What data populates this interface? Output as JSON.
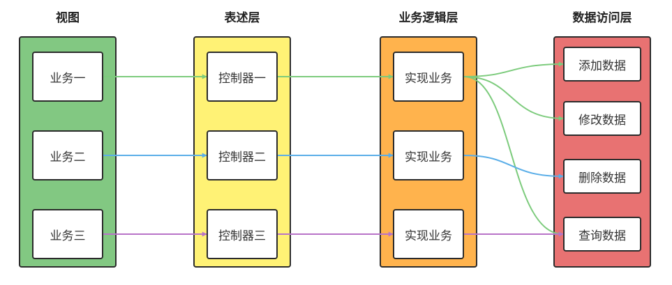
{
  "columns": [
    {
      "id": "view",
      "title": "视图",
      "color": "#82c882"
    },
    {
      "id": "presentation",
      "title": "表述层",
      "color": "#fff275"
    },
    {
      "id": "business",
      "title": "业务逻辑层",
      "color": "#ffb34d"
    },
    {
      "id": "data",
      "title": "数据访问层",
      "color": "#e87272"
    }
  ],
  "nodes": {
    "v1": "业务一",
    "v2": "业务二",
    "v3": "业务三",
    "c1": "控制器一",
    "c2": "控制器二",
    "c3": "控制器三",
    "b1": "实现业务",
    "b2": "实现业务",
    "b3": "实现业务",
    "d1": "添加数据",
    "d2": "修改数据",
    "d3": "删除数据",
    "d4": "查询数据"
  },
  "colors": {
    "green_line": "#7ccb7c",
    "blue_line": "#5aaee8",
    "purple_line": "#b873c8"
  },
  "edges": [
    {
      "from": "v1",
      "to": "c1",
      "color": "green_line"
    },
    {
      "from": "c1",
      "to": "b1",
      "color": "green_line"
    },
    {
      "from": "b1",
      "to": "d1",
      "color": "green_line"
    },
    {
      "from": "b1",
      "to": "d2",
      "color": "green_line"
    },
    {
      "from": "b1",
      "to": "d4",
      "color": "green_line"
    },
    {
      "from": "v2",
      "to": "c2",
      "color": "blue_line"
    },
    {
      "from": "c2",
      "to": "b2",
      "color": "blue_line"
    },
    {
      "from": "b2",
      "to": "d3",
      "color": "blue_line"
    },
    {
      "from": "v3",
      "to": "c3",
      "color": "purple_line"
    },
    {
      "from": "c3",
      "to": "b3",
      "color": "purple_line"
    },
    {
      "from": "b3",
      "to": "d4",
      "color": "purple_line"
    }
  ]
}
